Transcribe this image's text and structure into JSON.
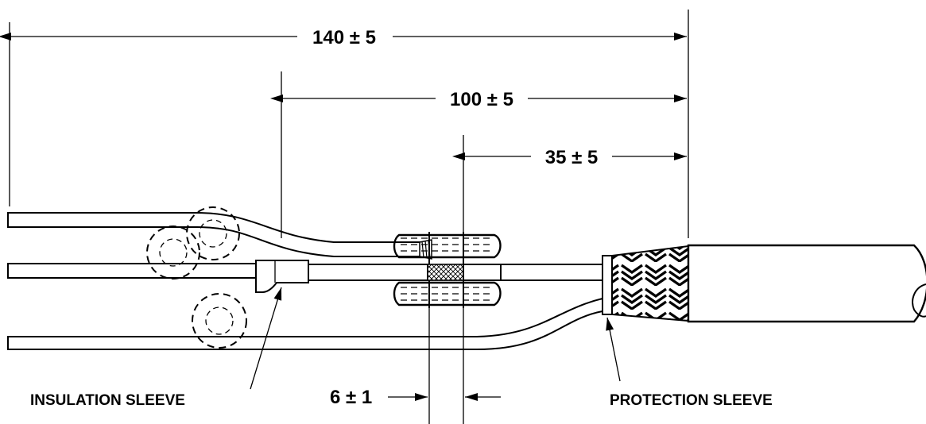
{
  "dimensions": {
    "overall": "140 ± 5",
    "middle": "100 ± 5",
    "short": "35 ± 5",
    "gap": "6 ± 1"
  },
  "callouts": {
    "insulation_sleeve": "INSULATION SLEEVE",
    "protection_sleeve": "PROTECTION SLEEVE"
  }
}
